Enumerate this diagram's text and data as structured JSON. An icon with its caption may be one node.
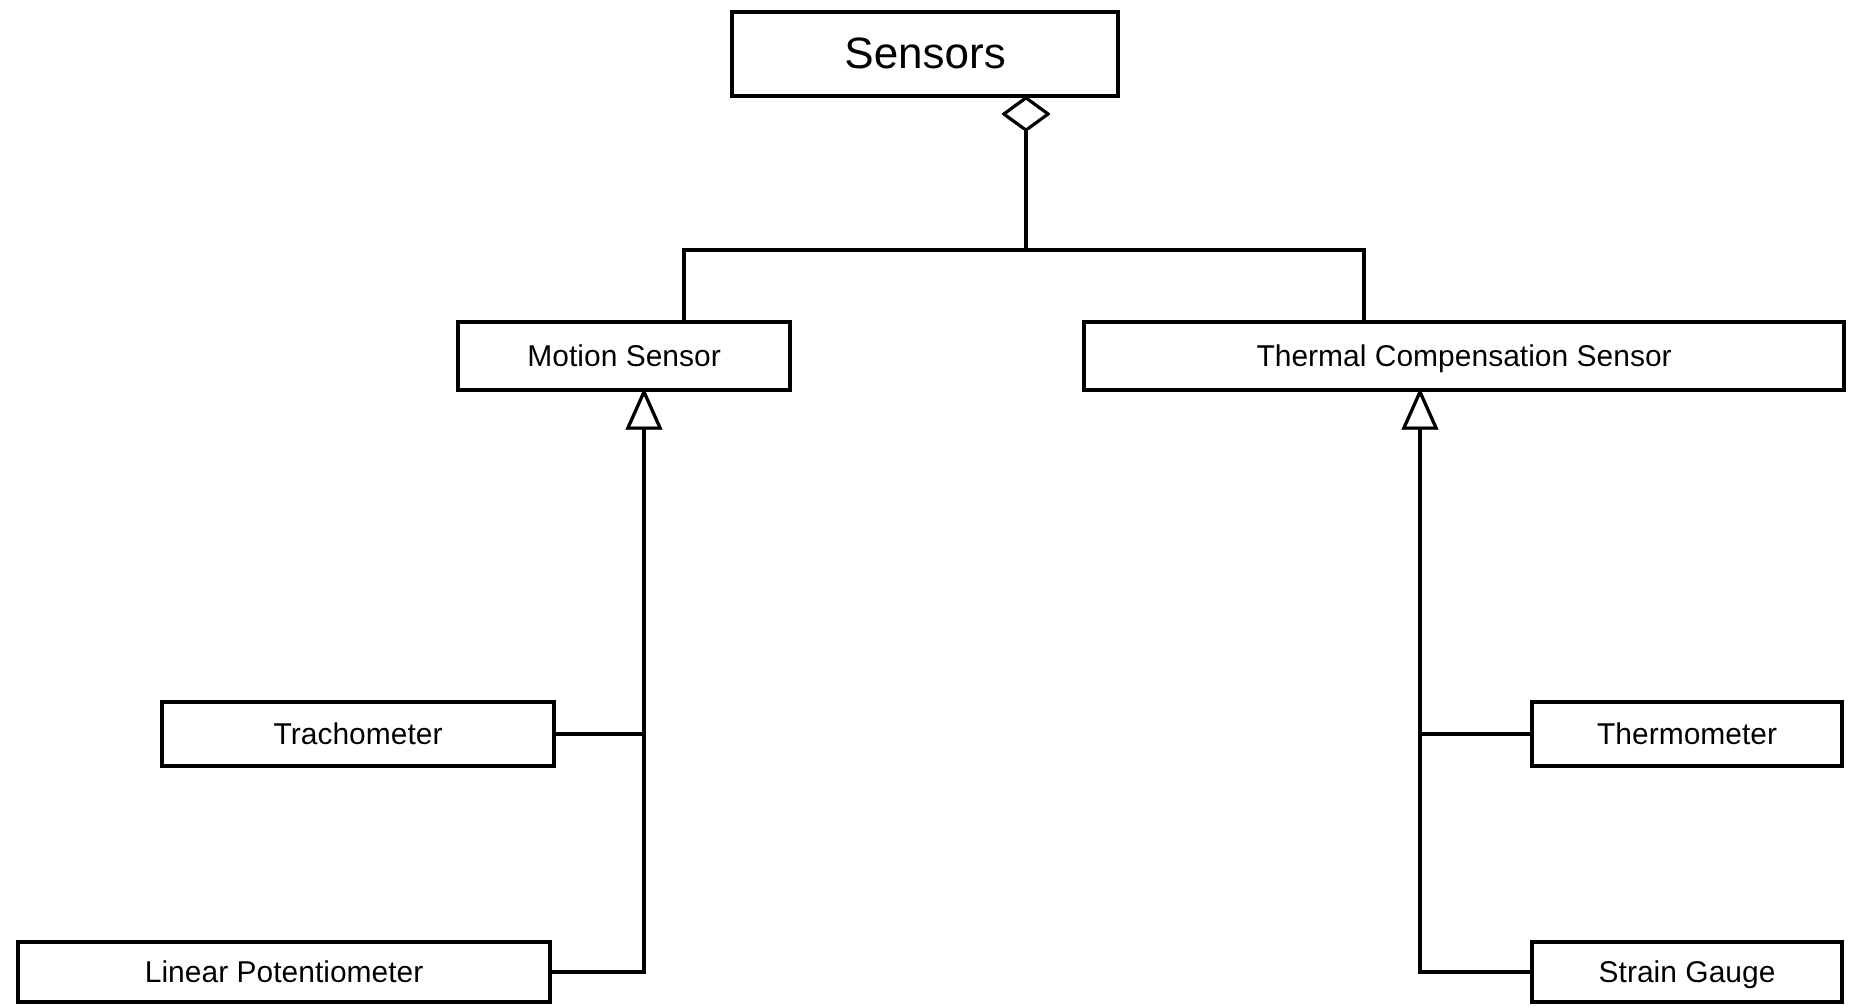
{
  "diagram": {
    "nodes": [
      {
        "text": [
          "Sensors"
        ]
      },
      {
        "text": [
          "Motion Sensor"
        ]
      },
      {
        "text": [
          "Thermal Compensation Sensor"
        ]
      },
      {
        "text": [
          "Trachometer"
        ]
      },
      {
        "text": [
          "Linear Potentiometer"
        ]
      },
      {
        "text": [
          "Thermometer"
        ]
      },
      {
        "text": [
          "Strain Gauge"
        ]
      }
    ],
    "edges": [
      {
        "from": 0,
        "to": 1,
        "arrow": "other"
      },
      {
        "from": 0,
        "to": 2,
        "arrow": "other"
      },
      {
        "from": 3,
        "to": 1,
        "arrow": "to"
      },
      {
        "from": 4,
        "to": 1,
        "arrow": "to"
      },
      {
        "from": 5,
        "to": 2,
        "arrow": "to"
      },
      {
        "from": 6,
        "to": 2,
        "arrow": "to"
      }
    ]
  }
}
